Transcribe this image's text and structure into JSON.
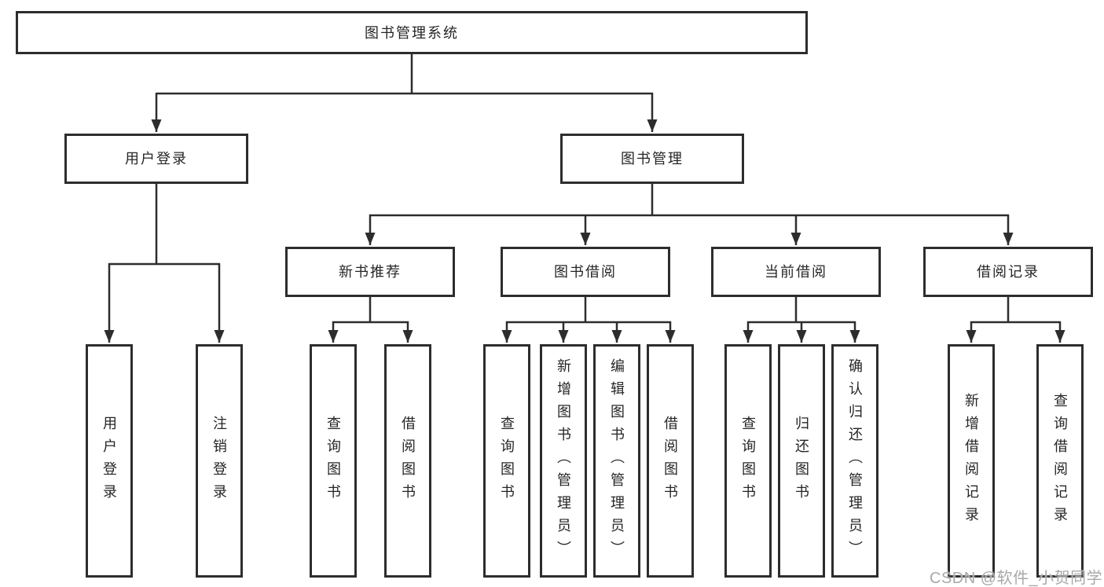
{
  "diagram": {
    "root": {
      "label": "图书管理系统"
    },
    "level2": [
      {
        "label": "用户登录"
      },
      {
        "label": "图书管理"
      }
    ],
    "level3": [
      {
        "label": "新书推荐",
        "parent": "图书管理"
      },
      {
        "label": "图书借阅",
        "parent": "图书管理"
      },
      {
        "label": "当前借阅",
        "parent": "图书管理"
      },
      {
        "label": "借阅记录",
        "parent": "图书管理"
      }
    ],
    "leaves": [
      {
        "label": "用户登录",
        "parent": "用户登录"
      },
      {
        "label": "注销登录",
        "parent": "用户登录"
      },
      {
        "label": "查询图书",
        "parent": "新书推荐"
      },
      {
        "label": "借阅图书",
        "parent": "新书推荐"
      },
      {
        "label": "查询图书",
        "parent": "图书借阅"
      },
      {
        "label": "新增图书（管理员）",
        "parent": "图书借阅"
      },
      {
        "label": "编辑图书（管理员）",
        "parent": "图书借阅"
      },
      {
        "label": "借阅图书",
        "parent": "图书借阅"
      },
      {
        "label": "查询图书",
        "parent": "当前借阅"
      },
      {
        "label": "归还图书",
        "parent": "当前借阅"
      },
      {
        "label": "确认归还（管理员）",
        "parent": "当前借阅"
      },
      {
        "label": "新增借阅记录",
        "parent": "借阅记录"
      },
      {
        "label": "查询借阅记录",
        "parent": "借阅记录"
      }
    ]
  },
  "watermark": {
    "text": "CSDN @软件_小贺同学"
  },
  "colors": {
    "line": "#2d2d2d",
    "box_border": "#2d2d2d",
    "text": "#262626",
    "background": "#ffffff",
    "watermark": "#a9a9a9"
  }
}
